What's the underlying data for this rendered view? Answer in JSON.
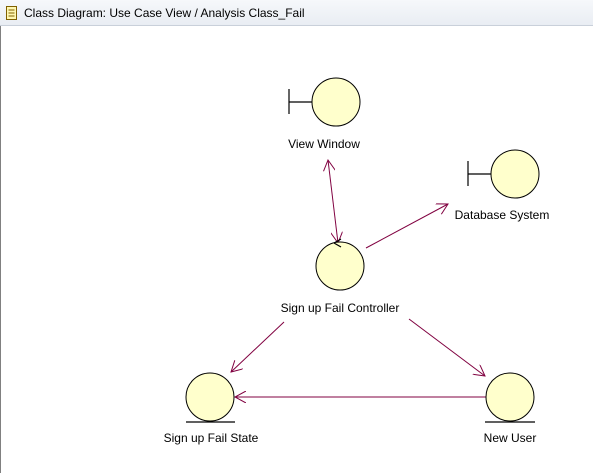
{
  "window": {
    "title": "Class Diagram: Use Case View / Analysis Class_Fail",
    "icon": "class-diagram-icon"
  },
  "colors": {
    "element_fill": "#ffffcc",
    "element_stroke": "#000000",
    "link_stroke": "#800040"
  },
  "diagram": {
    "nodes": [
      {
        "id": "view-window",
        "label": "View Window",
        "stereotype": "boundary"
      },
      {
        "id": "database-system",
        "label": "Database System",
        "stereotype": "boundary"
      },
      {
        "id": "signup-fail-controller",
        "label": "Sign up Fail Controller",
        "stereotype": "control"
      },
      {
        "id": "signup-fail-state",
        "label": "Sign up Fail State",
        "stereotype": "entity"
      },
      {
        "id": "new-user",
        "label": "New User",
        "stereotype": "entity"
      }
    ],
    "links": [
      {
        "from": "view-window",
        "to": "signup-fail-controller",
        "navigability": "both"
      },
      {
        "from": "signup-fail-controller",
        "to": "database-system",
        "navigability": "to"
      },
      {
        "from": "signup-fail-controller",
        "to": "signup-fail-state",
        "navigability": "to"
      },
      {
        "from": "signup-fail-controller",
        "to": "new-user",
        "navigability": "to"
      },
      {
        "from": "new-user",
        "to": "signup-fail-state",
        "navigability": "to"
      }
    ]
  }
}
